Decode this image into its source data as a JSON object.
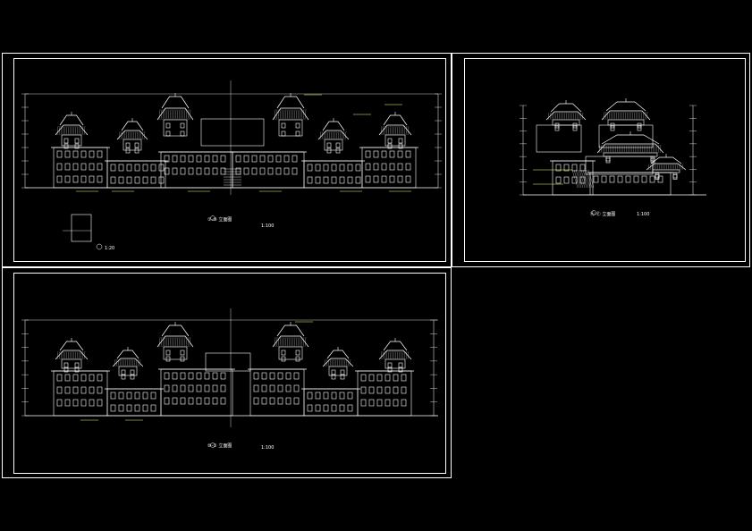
{
  "drawing": {
    "background": "#000000",
    "line_color": "#ffffff",
    "accent_color": "#ffff66",
    "sheets": [
      {
        "id": "sheet-front",
        "title": "①-⑩ 立面图",
        "scale": "1:100"
      },
      {
        "id": "sheet-side",
        "title": "Ⓐ-Ⓔ 立面图",
        "scale": "1:100"
      },
      {
        "id": "sheet-rear",
        "title": "⑩-① 立面图",
        "scale": "1:100"
      }
    ],
    "detail": {
      "scale": "1:20"
    }
  }
}
